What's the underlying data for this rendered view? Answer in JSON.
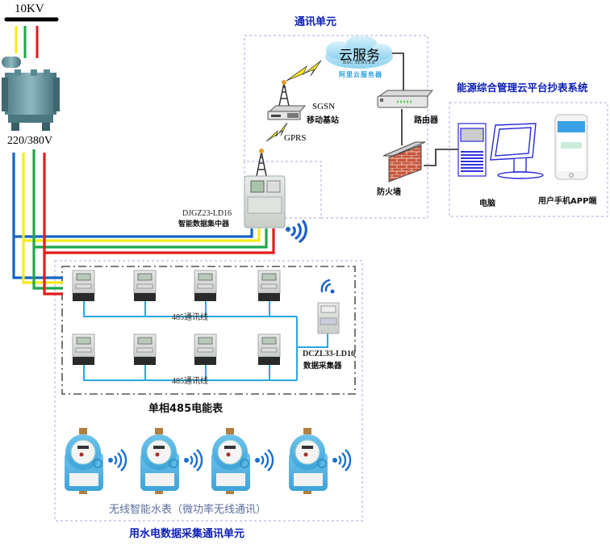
{
  "power": {
    "high_voltage": "10KV",
    "low_voltage": "220/380V",
    "wire_colors": {
      "neutral": "#1565c0",
      "phase_a": "#f5ec1a",
      "phase_b": "#1ea84a",
      "phase_c": "#e31b1b"
    }
  },
  "comm_unit": {
    "title": "通讯单元",
    "cloud_title": "云服务",
    "cloud_subtitle": "BSC SERVER",
    "cloud_provider": "阿里云服务器",
    "base_station_name": "SGSN",
    "base_station_label": "移动基站",
    "link_label": "GPRS",
    "router_label": "路由器",
    "firewall_label": "防火墙"
  },
  "platform": {
    "title": "能源综合管理云平台抄表系统",
    "computer_label": "电脑",
    "phone_label": "用户手机APP端"
  },
  "concentrator": {
    "model": "DJGZ23-LD16",
    "name": "智能数据集中器"
  },
  "collector": {
    "model": "DCZL33-LD16",
    "name": "数据采集器"
  },
  "meters": {
    "bus_label_top": "485通讯线",
    "bus_label_bottom": "485通讯线",
    "group_label": "单相485电能表",
    "row_count": 2,
    "per_row": 4
  },
  "water": {
    "label": "无线智能水表（微功率无线通讯）",
    "count": 4
  },
  "unit_title": "用水电数据采集通讯单元",
  "colors": {
    "title_blue": "#0c1fb8",
    "bus_line": "#29a8e0",
    "dotted_border": "#a9a9e0",
    "water_label": "#5a6fa0"
  }
}
